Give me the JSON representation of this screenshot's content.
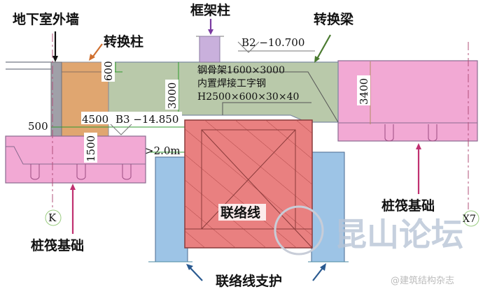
{
  "labels": {
    "basement_wall": "地下室外墙",
    "transfer_column": "转换柱",
    "frame_column": "框架柱",
    "transfer_beam": "转换梁",
    "pile_raft_left": "桩筏基础",
    "pile_raft_right": "桩筏基础",
    "tunnel": "联络线",
    "tunnel_support": "联络线支护"
  },
  "elevations": {
    "b2": "B2 −10.700",
    "b3": "B3 −14.850"
  },
  "beam_note": {
    "line1": "钢骨架1600×3000",
    "line2": "内置焊接工字钢",
    "line3": "H2500×600×30×40"
  },
  "dimensions": {
    "d600": "600",
    "d3000": "3000",
    "d3400": "3400",
    "d500": "500",
    "d4500": "4500",
    "d1500": "1500",
    "clearance": ">2.0m"
  },
  "grid_axes": {
    "left": "K",
    "right": "X7"
  },
  "watermark": {
    "forum": "昆山论坛",
    "source": "@建筑结构杂志"
  },
  "colors": {
    "beam": "#b9c9aa",
    "column": "#e0a670",
    "raft": "#f2a9d4",
    "tunnel": "#e98080",
    "support": "#9dc4e6",
    "frame_column": "#c9b0dc"
  }
}
